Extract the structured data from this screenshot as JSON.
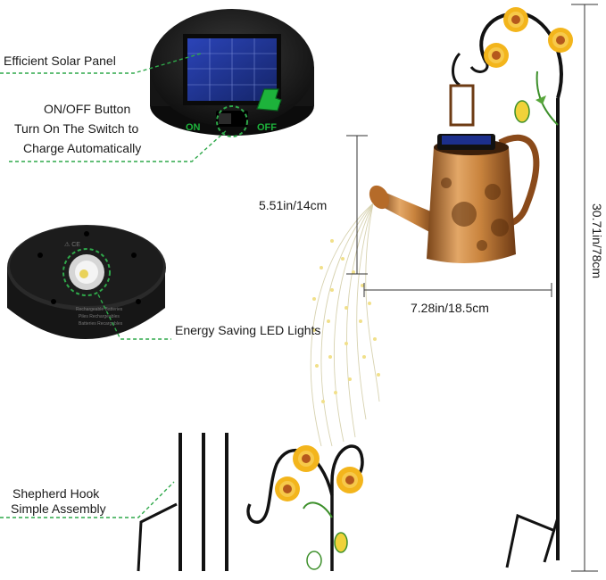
{
  "callouts": {
    "solar_panel": "Efficient Solar Panel",
    "button_line1": "ON/OFF Button",
    "button_line2": "Turn On The Switch to",
    "button_line3": "Charge Automatically",
    "led_lights": "Energy Saving LED Lights",
    "hook_line1": "Shepherd Hook",
    "hook_line2": "Simple Assembly"
  },
  "switch_labels": {
    "on": "ON",
    "off": "OFF"
  },
  "dimensions": {
    "height": "5.51in/14cm",
    "width": "7.28in/18.5cm",
    "total_height": "30.71in/78cm"
  },
  "colors": {
    "callout_line": "#2fa84a",
    "dimension_line": "#333333",
    "copper": "#c07a35",
    "solar_blue": "#1c2f8c",
    "flower_yellow": "#f3b51c"
  }
}
